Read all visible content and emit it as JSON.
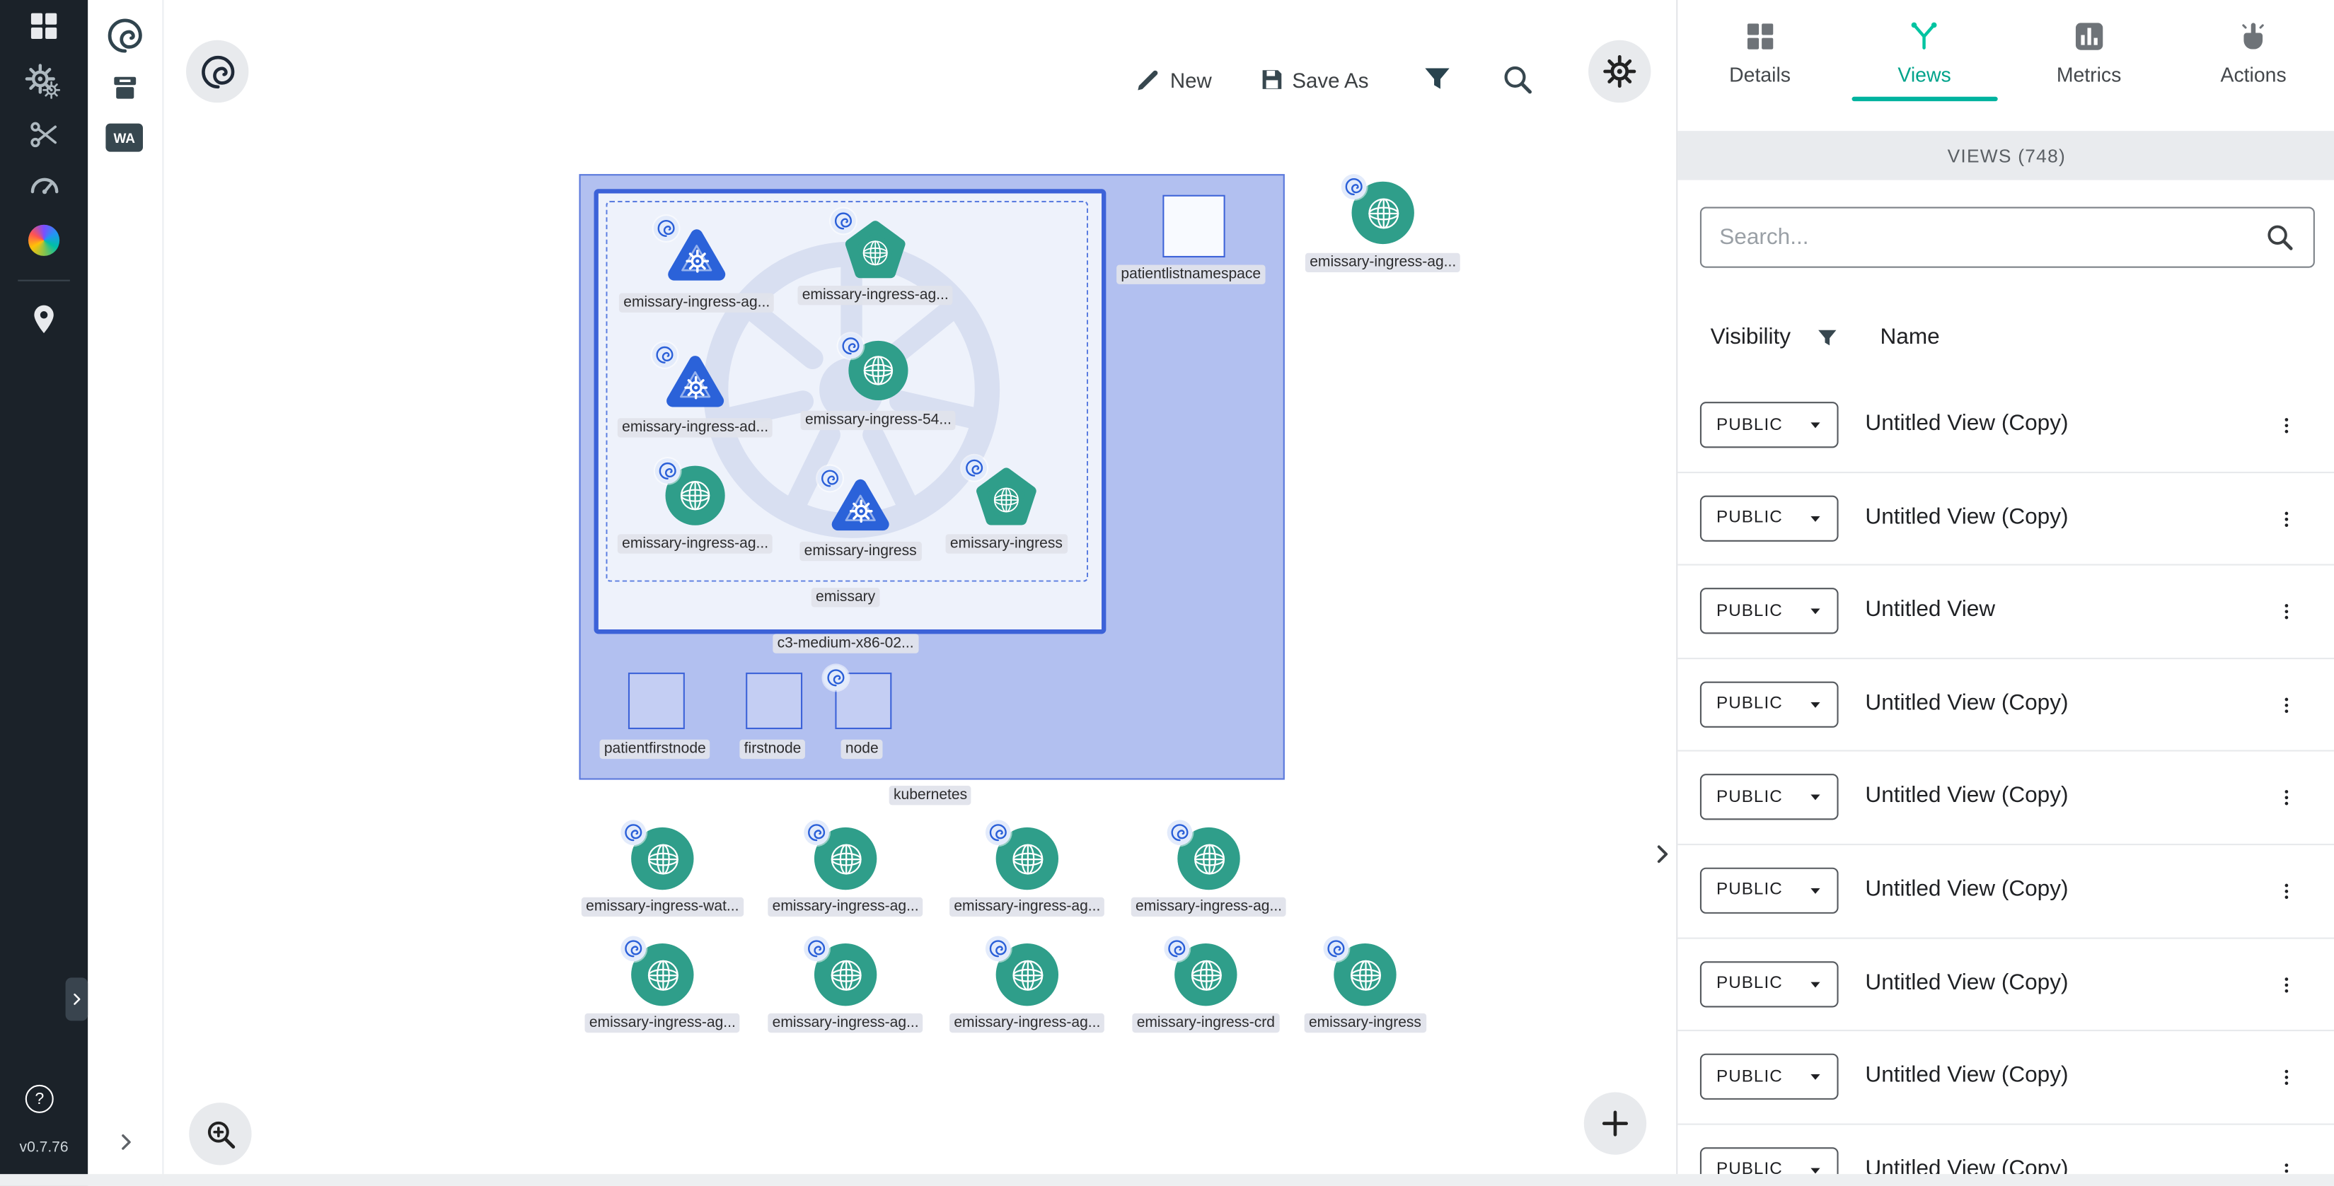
{
  "app": {
    "version": "v0.7.76"
  },
  "sidebar": {
    "help_label": "?"
  },
  "dock": {
    "wa_label": "WA"
  },
  "toolbar": {
    "new_label": "New",
    "save_as_label": "Save As"
  },
  "canvas": {
    "cluster_label": "kubernetes",
    "node_label": "c3-medium-x86-02...",
    "namespace_label": "emissary",
    "workloads": [
      "emissary-ingress-ag...",
      "emissary-ingress-ag...",
      "emissary-ingress-ad...",
      "emissary-ingress-54...",
      "emissary-ingress-ag...",
      "emissary-ingress",
      "emissary-ingress"
    ],
    "subnodes": [
      "patientfirstnode",
      "firstnode",
      "node"
    ],
    "floating_namespace_label": "patientlistnamespace",
    "floating_crd_label": "emissary-ingress-ag...",
    "crds_row1": [
      "emissary-ingress-wat...",
      "emissary-ingress-ag...",
      "emissary-ingress-ag...",
      "emissary-ingress-ag..."
    ],
    "crds_row2": [
      "emissary-ingress-ag...",
      "emissary-ingress-ag...",
      "emissary-ingress-ag...",
      "emissary-ingress-crd",
      "emissary-ingress"
    ]
  },
  "panel": {
    "tabs": [
      {
        "label": "Details"
      },
      {
        "label": "Views"
      },
      {
        "label": "Metrics"
      },
      {
        "label": "Actions"
      }
    ],
    "active_tab": "Views",
    "header": "VIEWS (748)",
    "search_placeholder": "Search...",
    "columns": {
      "visibility": "Visibility",
      "name": "Name"
    },
    "rows": [
      {
        "visibility": "PUBLIC",
        "name": "Untitled View (Copy)"
      },
      {
        "visibility": "PUBLIC",
        "name": "Untitled View (Copy)"
      },
      {
        "visibility": "PUBLIC",
        "name": "Untitled View"
      },
      {
        "visibility": "PUBLIC",
        "name": "Untitled View (Copy)"
      },
      {
        "visibility": "PUBLIC",
        "name": "Untitled View (Copy)"
      },
      {
        "visibility": "PUBLIC",
        "name": "Untitled View (Copy)"
      },
      {
        "visibility": "PUBLIC",
        "name": "Untitled View (Copy)"
      },
      {
        "visibility": "PUBLIC",
        "name": "Untitled View (Copy)"
      },
      {
        "visibility": "PUBLIC",
        "name": "Untitled View (Copy)"
      }
    ]
  },
  "colors": {
    "accent_teal": "#00B39F",
    "kubernetes_blue": "#326CE5",
    "selection_blue": "#B2C0F0",
    "workload_green": "#2F9E8A",
    "workload_blue": "#2B62D9"
  }
}
